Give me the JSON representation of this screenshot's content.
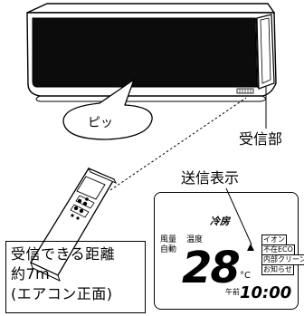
{
  "labels": {
    "beep": "ピッ",
    "receiver": "受信部",
    "send_indicator": "送信表示"
  },
  "info_box": {
    "lines": [
      "受信できる距離",
      "約7m",
      "(エアコン正面)"
    ]
  },
  "display": {
    "mode": "冷房",
    "fan_line1": "風量",
    "fan_line2": "自動",
    "temp_label": "温度",
    "temperature": "28",
    "unit": "°C",
    "tags": [
      "イオン",
      "不在ECO",
      "内部クリーン",
      "お知らせ"
    ],
    "am_label": "午前",
    "time": "10:00"
  }
}
